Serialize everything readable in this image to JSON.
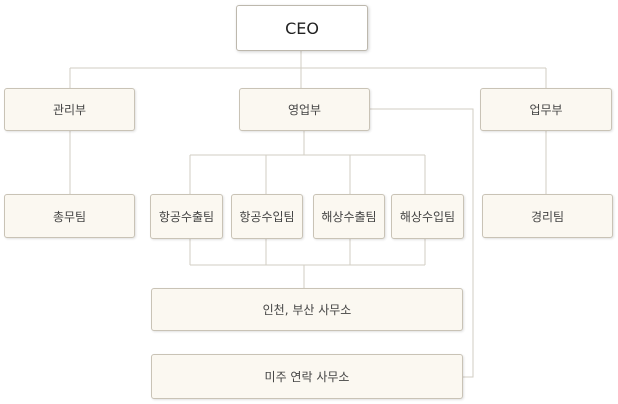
{
  "org": {
    "ceo": "CEO",
    "departments": {
      "admin": "관리부",
      "sales": "영업부",
      "operations": "업무부"
    },
    "teams": {
      "general_affairs": "총무팀",
      "air_export": "항공수출팀",
      "air_import": "항공수입팀",
      "sea_export": "해상수출팀",
      "sea_import": "해상수입팀",
      "accounting": "경리팀"
    },
    "offices": {
      "incheon_busan": "인천, 부산 사무소",
      "us_liaison": "미주 연락 사무소"
    }
  }
}
